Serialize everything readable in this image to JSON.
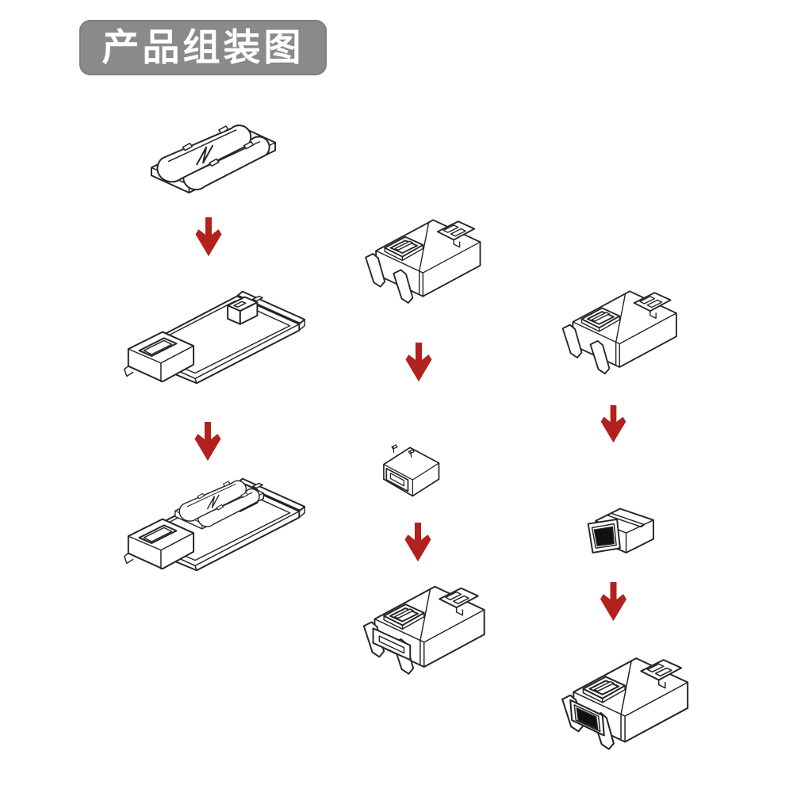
{
  "header": {
    "title": "产品组装图"
  },
  "colors": {
    "background": "#ffffff",
    "banner_bg": "#8a8a8a",
    "banner_text": "#ffffff",
    "line_art": "#242424",
    "arrow_red": "#b2211d",
    "socket_cavity": "#111111"
  },
  "diagram": {
    "type": "assembly-flow",
    "arrow_icon": "down-arrow",
    "columns": [
      {
        "name": "left-assembly",
        "steps": [
          "wire-cover-with-barrels",
          "down-arrow",
          "base-shell",
          "down-arrow",
          "base-shell-with-cover-assembled"
        ]
      },
      {
        "name": "middle-assembly",
        "steps": [
          "latch-housing",
          "down-arrow",
          "oval-socket-insert",
          "down-arrow",
          "housing-with-oval-socket-assembled"
        ]
      },
      {
        "name": "right-assembly",
        "steps": [
          "latch-housing",
          "down-arrow",
          "square-socket-insert",
          "down-arrow",
          "housing-with-square-socket-assembled"
        ]
      }
    ]
  }
}
